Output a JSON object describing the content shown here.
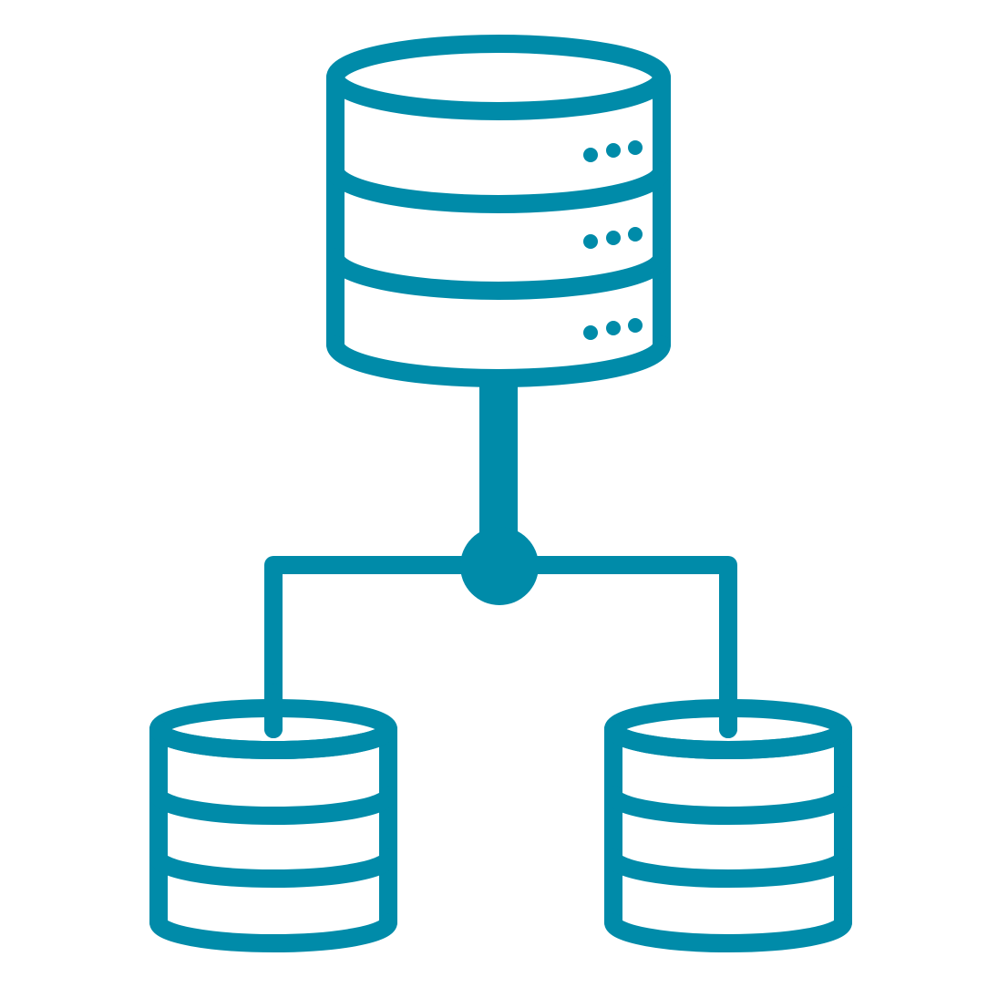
{
  "diagram": {
    "icon": "database-replication-icon",
    "stroke_color": "#008ba9",
    "background_color": "#ffffff",
    "primary": {
      "icon": "primary-database-icon",
      "disk_count": 3,
      "indicator_dots_per_disk": 3
    },
    "replicas": [
      {
        "icon": "replica-database-icon",
        "disk_count": 3
      },
      {
        "icon": "replica-database-icon",
        "disk_count": 3
      }
    ],
    "connector": {
      "icon": "network-junction-icon",
      "branches": 2
    }
  }
}
